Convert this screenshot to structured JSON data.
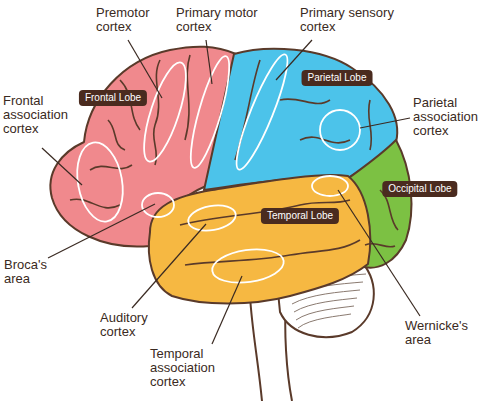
{
  "diagram": {
    "nodes": [
      {
        "text": [
          "Parietal Lobe"
        ]
      },
      {
        "text": [
          "Frontal Lobe"
        ]
      },
      {
        "text": [
          "Occipital Lobe"
        ]
      },
      {
        "text": [
          "Temporal Lobe"
        ]
      }
    ],
    "labels": [
      "Premotor cortex",
      "Primary motor cortex",
      "Primary sensory cortex",
      "Frontal association cortex",
      "Parietal association cortex",
      "Broca's area",
      "Auditory cortex",
      "Wernicke's area",
      "Temporal association cortex"
    ]
  }
}
